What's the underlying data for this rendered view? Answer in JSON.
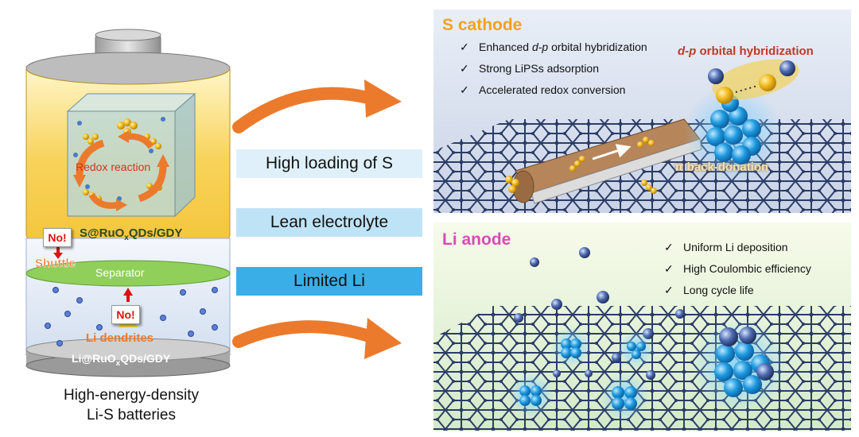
{
  "battery": {
    "cathode_label_pre": "S@RuO",
    "cathode_label_sub": "x",
    "cathode_label_post": "QDs/GDY",
    "redox_label": "Redox reaction",
    "no_label_top": "No!",
    "shuttle_label": "Shuttle",
    "separator_label": "Separator",
    "no_label_bottom": "No!",
    "dendrites_label": "Li dendrites",
    "anode_label_pre": "Li@RuO",
    "anode_label_sub": "x",
    "anode_label_post": "QDs/GDY"
  },
  "caption": {
    "line1": "High-energy-density",
    "line2": "Li-S batteries"
  },
  "features": [
    {
      "label": "High loading of S",
      "color": "#dff0fa"
    },
    {
      "label": "Lean electrolyte",
      "color": "#bfe3f6"
    },
    {
      "label": "Limited Li",
      "color": "#3aaee6"
    }
  ],
  "s_cathode": {
    "title": "S cathode",
    "title_color": "#f0a21e",
    "items": [
      {
        "pre": "Enhanced ",
        "em": "d-p",
        "post": " orbital hybridization"
      },
      {
        "pre": "Strong LiPSs adsorption",
        "em": "",
        "post": ""
      },
      {
        "pre": "Accelerated redox conversion",
        "em": "",
        "post": ""
      }
    ],
    "orbital_label_em": "d-p",
    "orbital_label_rest": " orbital hybridization",
    "orbital_label_color": "#c0392b",
    "backdonation_label": "π back-donation"
  },
  "li_anode": {
    "title": "Li anode",
    "title_color": "#d94bb5",
    "items": [
      "Uniform Li deposition",
      "High Coulombic efficiency",
      "Long cycle life"
    ]
  },
  "colors": {
    "arrow": "#ec7a2c",
    "battery_top": "#f6c744",
    "battery_bottom": "#dfe8f6",
    "separator": "#8fcf5a",
    "mesh": "#2b3c66",
    "cluster": "#1f8fd6"
  }
}
